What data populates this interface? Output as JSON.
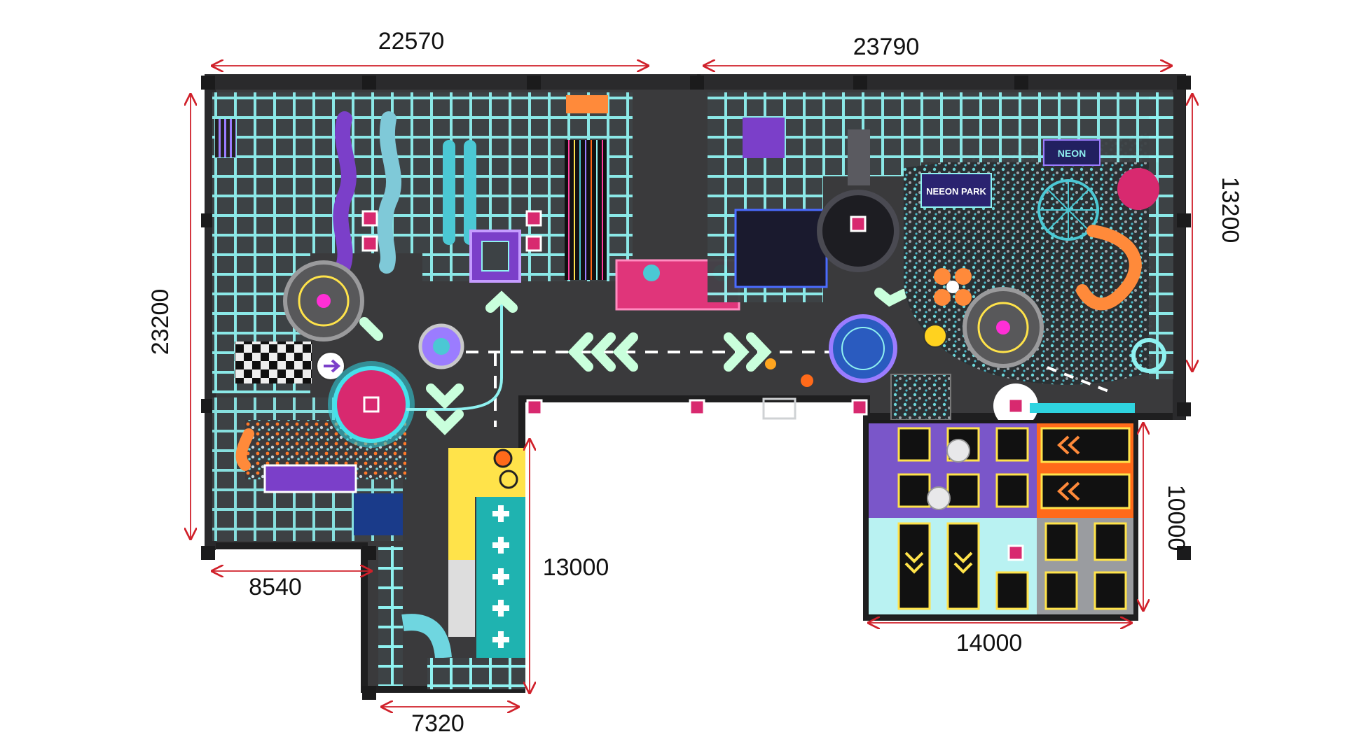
{
  "dimensions": {
    "top_left_width": "22570",
    "top_right_width": "23790",
    "left_height": "23200",
    "right_height": "13200",
    "lower_left_width": "8540",
    "corridor_height": "13000",
    "corridor_width": "7320",
    "trampoline_width": "14000",
    "trampoline_height": "10000"
  },
  "signage": {
    "main_sign": "NEEON PARK",
    "logo_text": "NEON"
  },
  "colors": {
    "floor": "#3a3a3c",
    "wall": "#2a2a2c",
    "neon_cyan": "#8ff1f0",
    "neon_purple": "#7b3fc9",
    "neon_pink": "#d8296f",
    "neon_orange": "#ff6a1a",
    "neon_yellow": "#ffe34a",
    "dimension_line": "#d0202a"
  }
}
